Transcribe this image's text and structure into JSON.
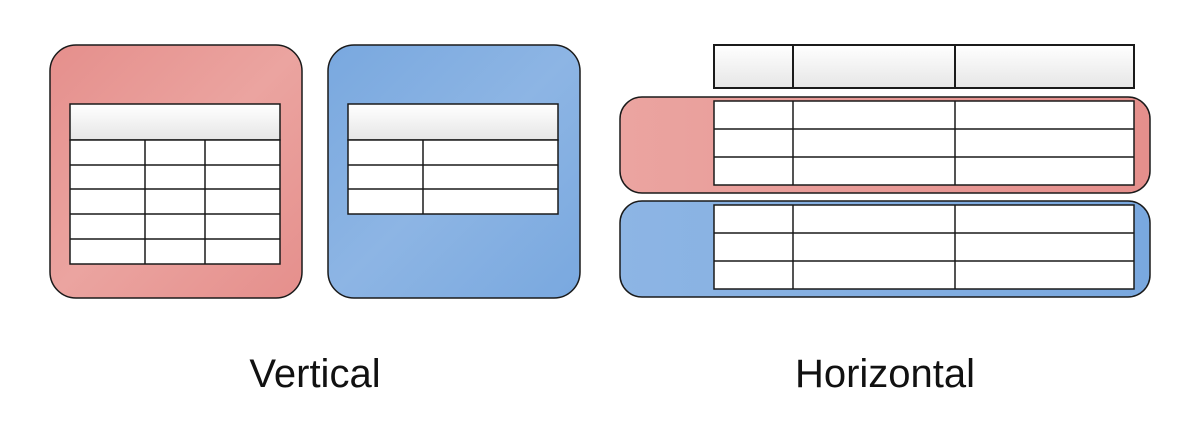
{
  "captions": {
    "vertical": "Vertical",
    "horizontal": "Horizontal"
  },
  "colors": {
    "red_partition": "#e58f8c",
    "red_partition_light": "#eba4a0",
    "blue_partition": "#79a8df",
    "blue_partition_light": "#8db5e4",
    "outline": "#1a1a1a",
    "table_cell": "#ffffff",
    "table_header_top": "#ffffff",
    "table_header_bottom": "#e6e6e6",
    "caption_text": "#111111"
  },
  "partitions": {
    "vertical": [
      {
        "color": "red",
        "table_columns": 3,
        "table_rows": 5,
        "has_header": true
      },
      {
        "color": "blue",
        "table_columns": 2,
        "table_rows": 3,
        "has_header": true
      }
    ],
    "horizontal": {
      "header_columns": 3,
      "shards": [
        {
          "color": "red",
          "table_columns": 3,
          "table_rows": 3
        },
        {
          "color": "blue",
          "table_columns": 3,
          "table_rows": 3
        }
      ]
    }
  }
}
